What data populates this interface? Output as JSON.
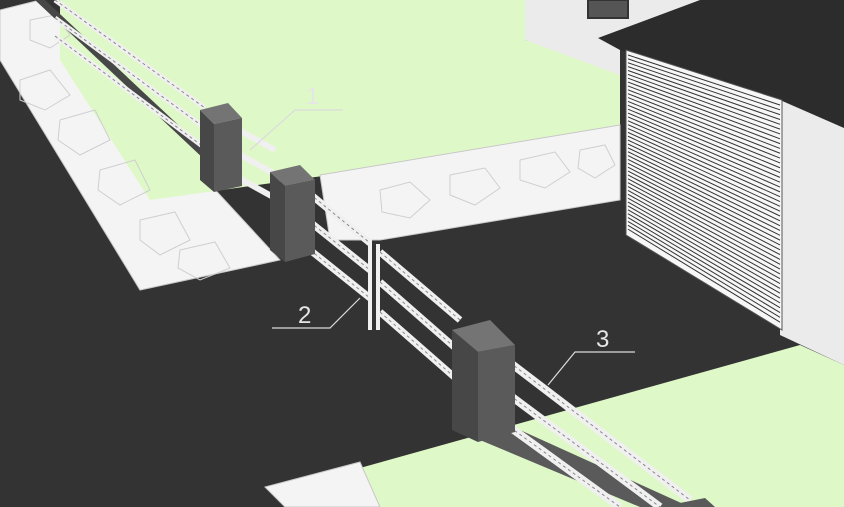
{
  "colors": {
    "asphalt": "#333333",
    "lawn": "#dff8c8",
    "paving": "#f4f4f4",
    "paving_stroke": "#c8c8c8",
    "pillar_front": "#5a5a5a",
    "pillar_side": "#474747",
    "pillar_top": "#747474",
    "rail": "#f0f0f0",
    "house_wall": "#ebebeb",
    "roof": "#2c2c2c",
    "garage_door": "#f7f7f7",
    "leader_line": "#dcdcdc",
    "callout_text": "#e6e6e6"
  },
  "callouts": [
    {
      "number": "1",
      "refers_to": "fence-rails"
    },
    {
      "number": "2",
      "refers_to": "gate"
    },
    {
      "number": "3",
      "refers_to": "fence-rails-front"
    }
  ]
}
